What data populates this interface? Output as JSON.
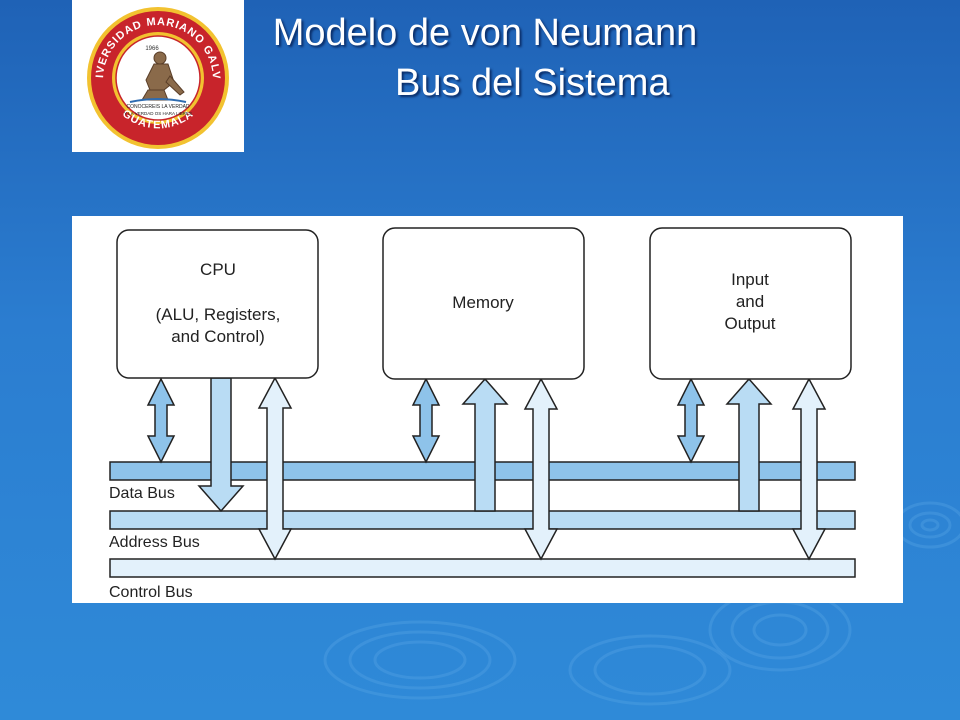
{
  "slide": {
    "title_line1": "Modelo de von Neumann",
    "title_line2": "Bus del Sistema"
  },
  "logo": {
    "ring_text_top": "UNIVERSIDAD MARIANO GALVEZ",
    "ring_text_bottom": "GUATEMALA",
    "year": "1966",
    "motto_line1": "CONOCEREIS LA VERDAD",
    "motto_line2": "Y LA VERDAD OS HARA LIBRES"
  },
  "diagram": {
    "cpu": {
      "line1": "CPU",
      "line2": "(ALU, Registers,",
      "line3": "and Control)"
    },
    "memory": {
      "line1": "Memory"
    },
    "io": {
      "line1": "Input",
      "line2": "and",
      "line3": "Output"
    },
    "buses": {
      "data": "Data Bus",
      "address": "Address Bus",
      "control": "Control Bus"
    }
  },
  "colors": {
    "background": "#2b7dd0",
    "data_bus": "#8ec3ea",
    "address_bus": "#b9dcf4",
    "control_bus": "#e3f1fb",
    "logo_red": "#c8242b",
    "logo_gold": "#f2c230"
  }
}
